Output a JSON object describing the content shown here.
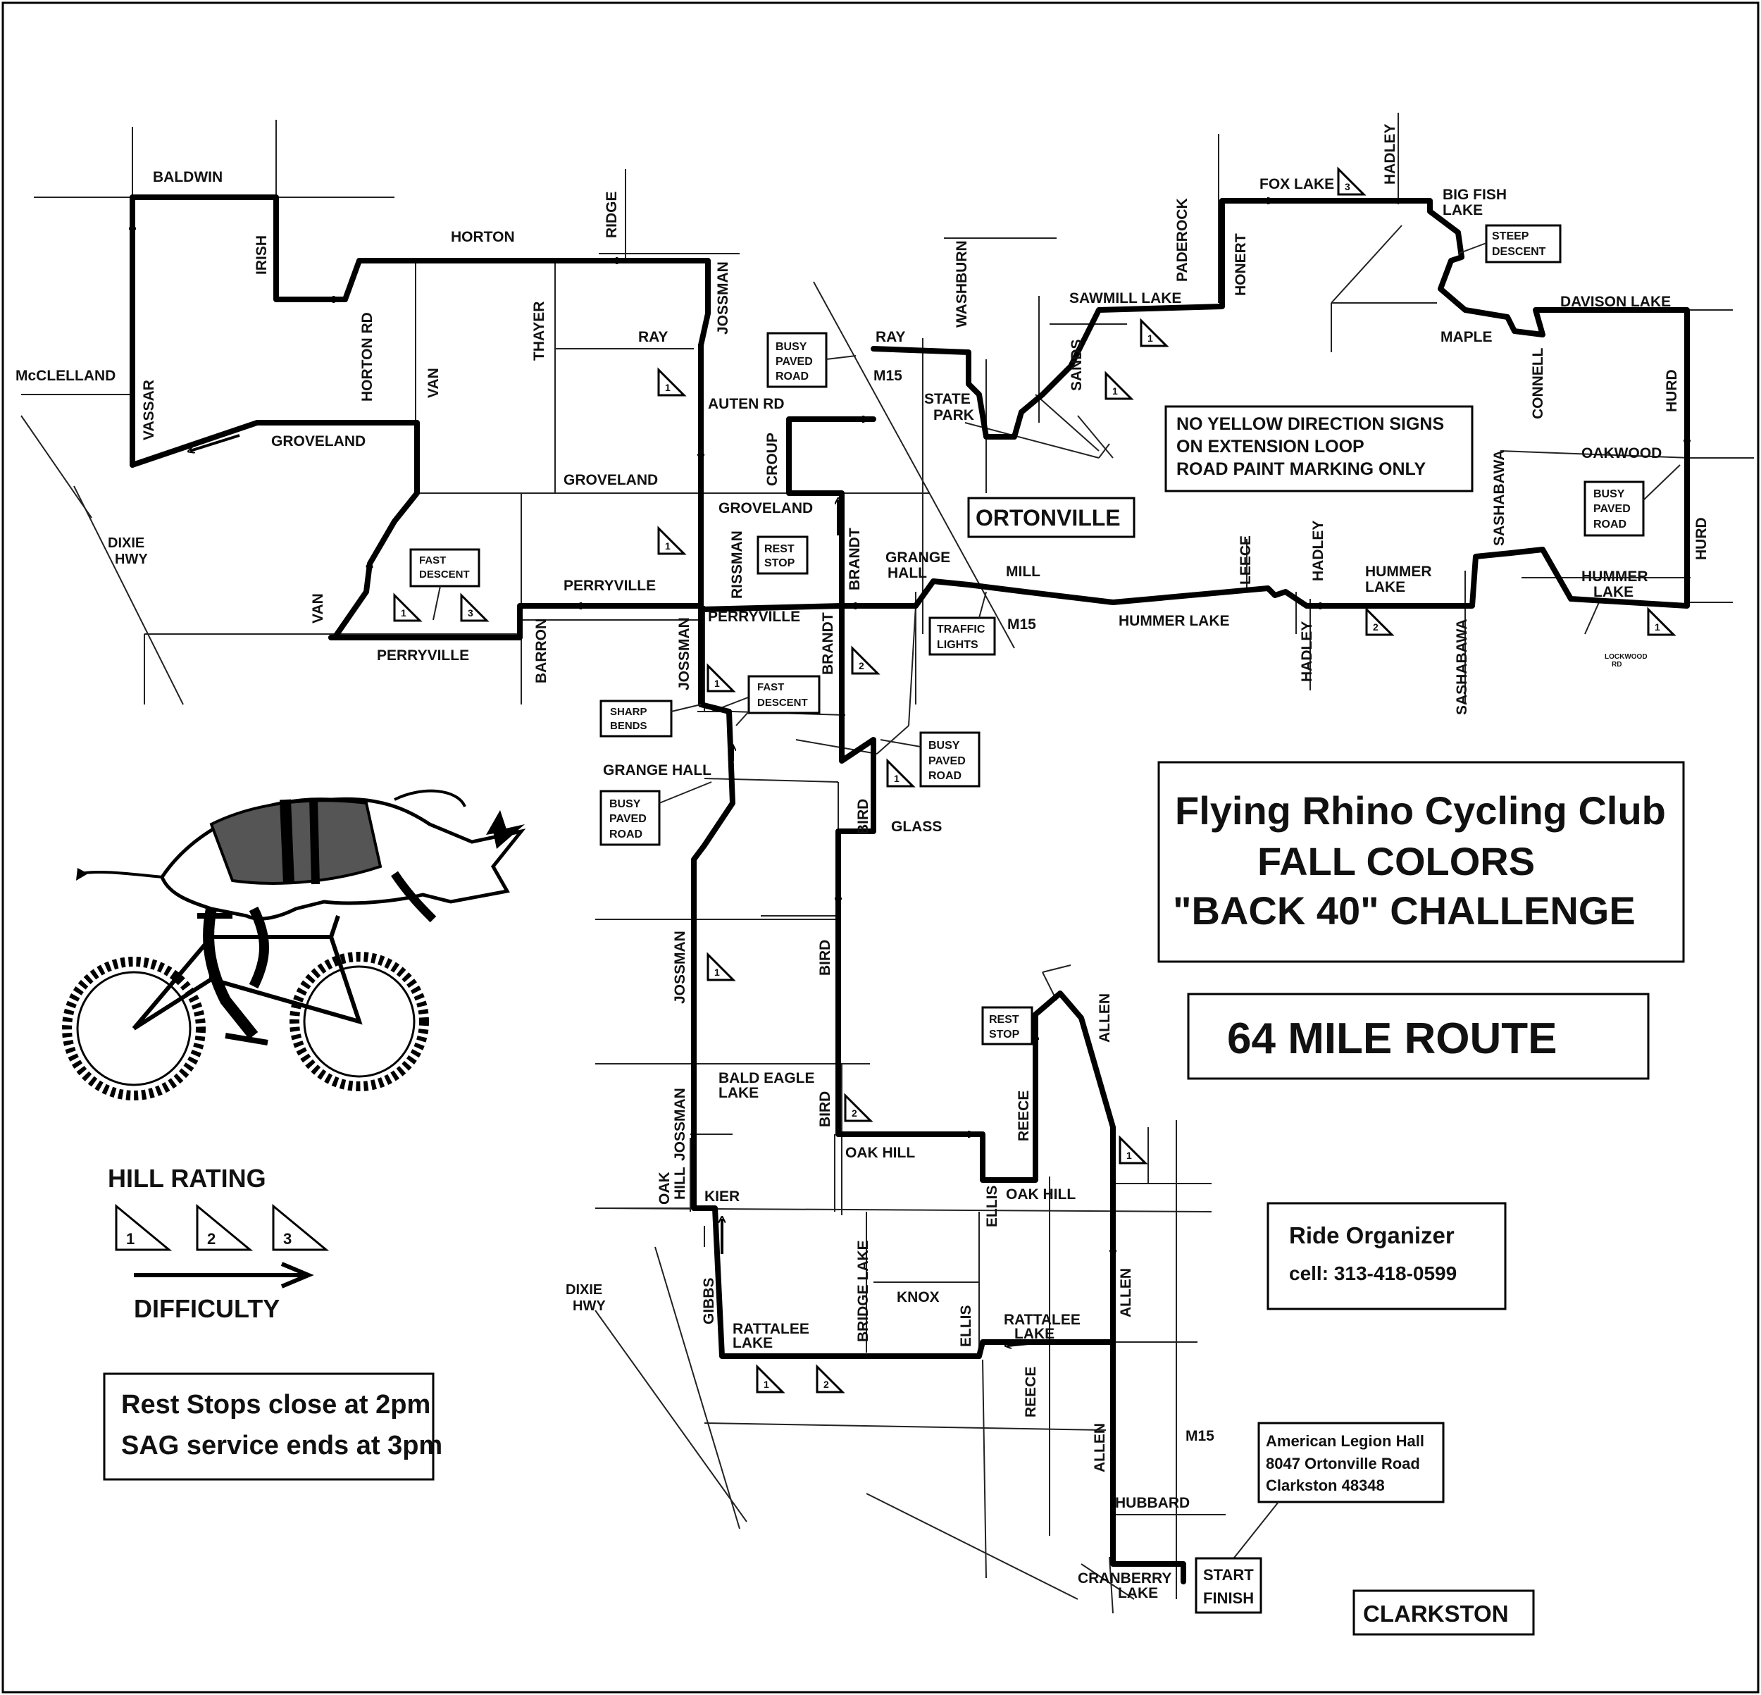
{
  "title": {
    "line1": "Flying Rhino Cycling Club",
    "line2": "FALL COLORS",
    "line3": "\"BACK 40\" CHALLENGE"
  },
  "route_box": "64 MILE ROUTE",
  "notice": {
    "line1": "NO YELLOW DIRECTION SIGNS",
    "line2": "ON EXTENSION LOOP",
    "line3": "ROAD PAINT MARKING ONLY"
  },
  "town_ortonville": "ORTONVILLE",
  "town_clarkston": "CLARKSTON",
  "organizer": {
    "title": "Ride Organizer",
    "phone": "cell: 313-418-0599"
  },
  "venue": {
    "line1": "American Legion Hall",
    "line2": "8047 Ortonville Road",
    "line3": "Clarkston   48348"
  },
  "rest_notice": {
    "line1": "Rest Stops close at 2pm",
    "line2": "SAG service ends at 3pm"
  },
  "legend": {
    "title": "HILL RATING",
    "difficulty": "DIFFICULTY",
    "ratings": [
      "1",
      "2",
      "3"
    ]
  },
  "start_finish": [
    "START",
    "FINISH"
  ],
  "callouts": {
    "busy_paved_road": [
      "BUSY",
      "PAVED",
      "ROAD"
    ],
    "fast_descent": [
      "FAST",
      "DESCENT"
    ],
    "rest_stop": [
      "REST",
      "STOP"
    ],
    "steep_descent": [
      "STEEP",
      "DESCENT"
    ],
    "traffic_lights": [
      "TRAFFIC",
      "LIGHTS"
    ],
    "sharp_bends": [
      "SHARP",
      "BENDS"
    ]
  },
  "roads": {
    "baldwin": "BALDWIN",
    "irish": "IRISH",
    "horton": "HORTON",
    "ridge": "RIDGE",
    "jossman": "JOSSMAN",
    "mcclelland": "McCLELLAND",
    "vassar": "VASSAR",
    "horton_rd": "HORTON RD",
    "van": "VAN",
    "thayer": "THAYER",
    "ray": "RAY",
    "groveland": "GROVELAND",
    "auten_rd": "AUTEN RD",
    "croup": "CROUP",
    "dixie_hwy": [
      "DIXIE",
      "HWY"
    ],
    "perryville": "PERRYVILLE",
    "rissman": "RISSMAN",
    "brandt": "BRANDT",
    "barron": "BARRON",
    "grange_hall": "GRANGE HALL",
    "grange_hall_2": [
      "GRANGE",
      "HALL"
    ],
    "bird": "BIRD",
    "glass": "GLASS",
    "m15": "M15",
    "state_park": [
      "STATE",
      "PARK"
    ],
    "washburn": "WASHBURN",
    "sands": "SANDS",
    "sawmill_lake": "SAWMILL LAKE",
    "paderock": "PADEROCK",
    "honert": "HONERT",
    "fox_lake": "FOX LAKE",
    "hadley": "HADLEY",
    "big_fish_lake": [
      "BIG FISH",
      "LAKE"
    ],
    "maple": "MAPLE",
    "connell": "CONNELL",
    "davison_lake": "DAVISON LAKE",
    "hurd": "HURD",
    "oakwood": "OAKWOOD",
    "sashabawa": "SASHABAWA",
    "mill": "MILL",
    "hummer_lake": "HUMMER LAKE",
    "hummer_lake_2": [
      "HUMMER",
      "LAKE"
    ],
    "leece": "LEECE",
    "lockwood_rd": [
      "LOCKWOOD",
      "RD"
    ],
    "bald_eagle_lake": [
      "BALD EAGLE",
      "LAKE"
    ],
    "oak_hill": "OAK HILL",
    "oak_hill_v": [
      "OAK",
      "HILL"
    ],
    "kier": "KIER",
    "reece": "REECE",
    "ellis": "ELLIS",
    "allen": "ALLEN",
    "knox": "KNOX",
    "bridge_lake": "BRIDGE LAKE",
    "gibbs": "GIBBS",
    "rattalee_lake": [
      "RATTALEE",
      "LAKE"
    ],
    "hubbard": "HUBBARD",
    "cranberry_lake": [
      "CRANBERRY",
      "LAKE"
    ]
  }
}
